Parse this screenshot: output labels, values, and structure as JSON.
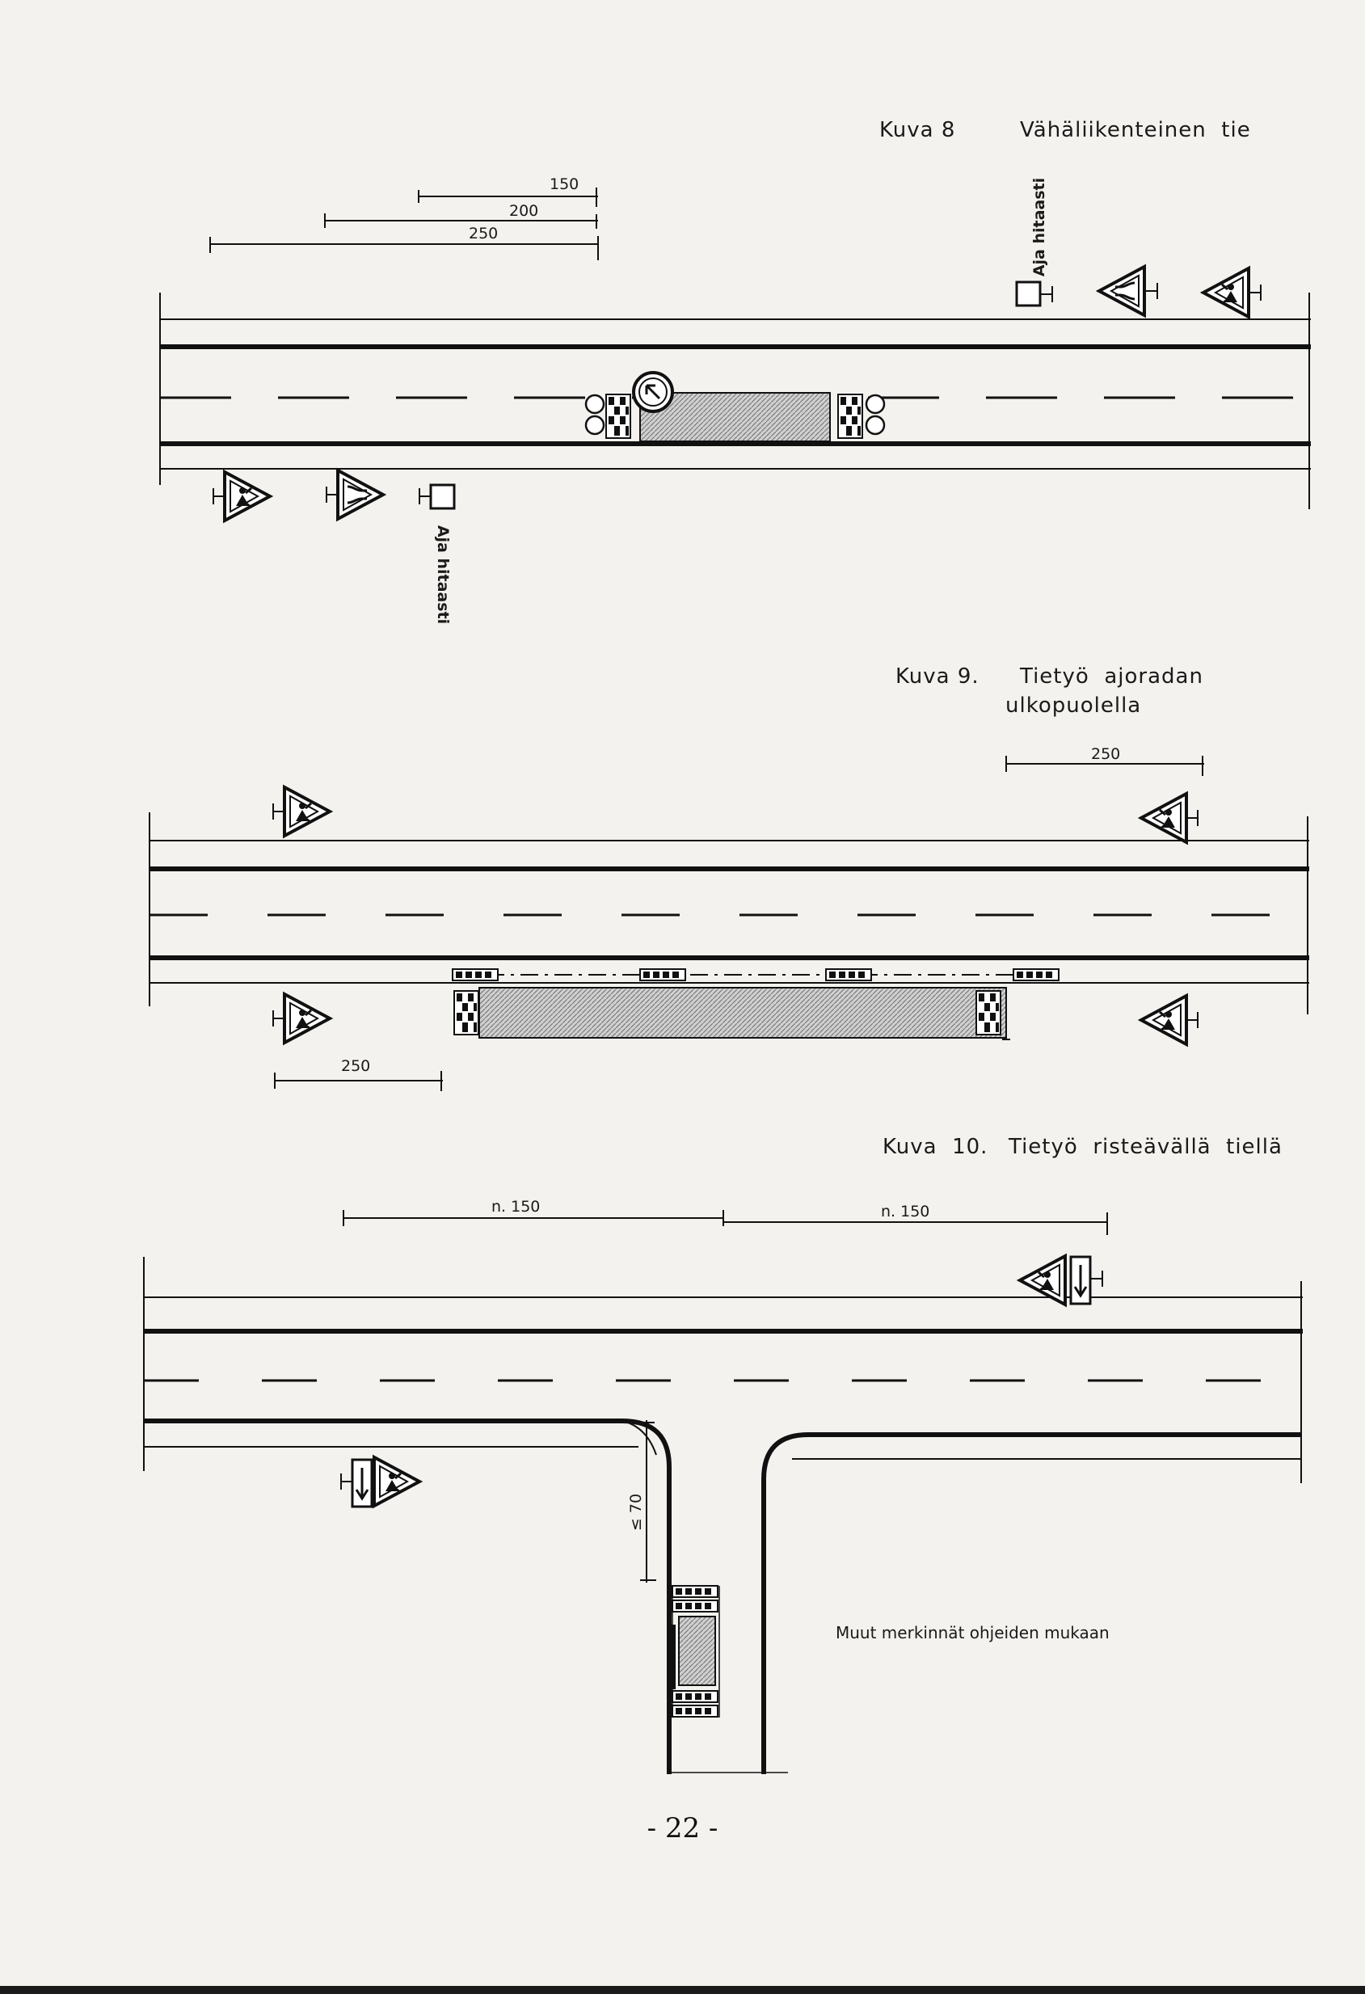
{
  "fig8": {
    "caption_num": "Kuva 8",
    "caption_title": "Vähäliikenteinen  tie",
    "dim_150": "150",
    "dim_200": "200",
    "dim_250": "250",
    "sign_text": "Aja hitaasti"
  },
  "fig9": {
    "caption_num": "Kuva 9.",
    "caption_line1": "Tietyö  ajoradan",
    "caption_line2": "ulkopuolella",
    "dim_top": "250",
    "dim_bottom": "250"
  },
  "fig10": {
    "caption_num": "Kuva  10.",
    "caption_title": "Tietyö  risteävällä  tiellä",
    "dim_left": "n. 150",
    "dim_right": "n. 150",
    "dim_vertical": "≤ 70",
    "note": "Muut merkinnät ohjeiden mukaan"
  },
  "page_number": "- 22 -"
}
